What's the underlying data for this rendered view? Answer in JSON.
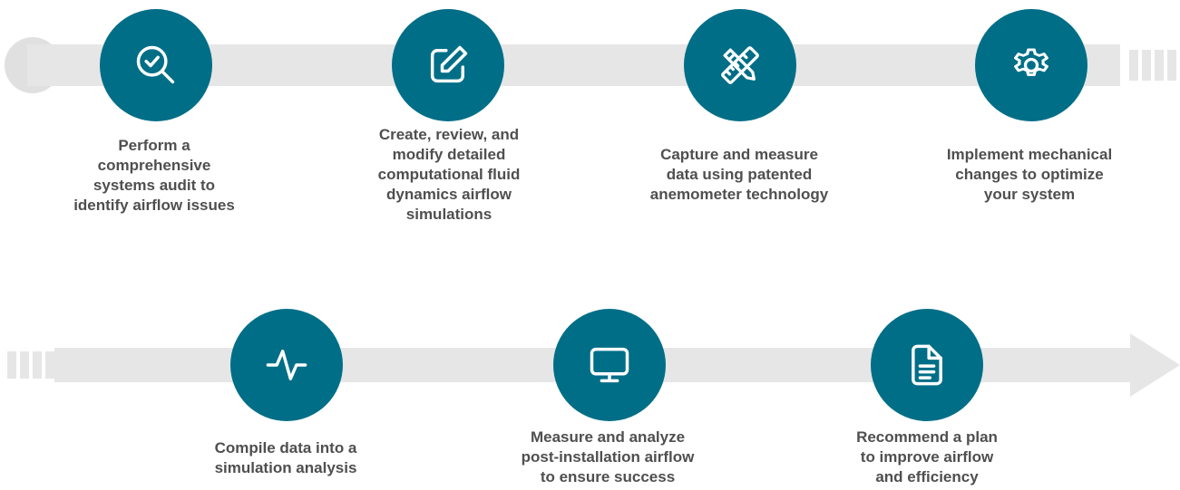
{
  "colors": {
    "circle": "#006e87",
    "track": "#e6e6e6",
    "text": "#4f4f4f"
  },
  "steps": [
    {
      "icon": "magnify-check-icon",
      "label_lines": [
        "Perform a",
        "comprehensive",
        "systems audit to",
        "identify airflow issues"
      ]
    },
    {
      "icon": "edit-icon",
      "label_lines": [
        "Create, review, and",
        "modify detailed",
        "computational fluid",
        "dynamics airflow",
        "simulations"
      ]
    },
    {
      "icon": "ruler-pencil-icon",
      "label_lines": [
        "Capture and measure",
        "data using patented",
        "anemometer technology"
      ]
    },
    {
      "icon": "gear-icon",
      "label_lines": [
        "Implement mechanical",
        "changes to optimize",
        "your system"
      ]
    },
    {
      "icon": "pulse-icon",
      "label_lines": [
        "Compile data into a",
        "simulation analysis"
      ]
    },
    {
      "icon": "monitor-icon",
      "label_lines": [
        "Measure and analyze",
        "post-installation airflow",
        "to ensure success"
      ]
    },
    {
      "icon": "document-icon",
      "label_lines": [
        "Recommend a plan",
        "to improve airflow",
        "and efficiency"
      ]
    }
  ]
}
